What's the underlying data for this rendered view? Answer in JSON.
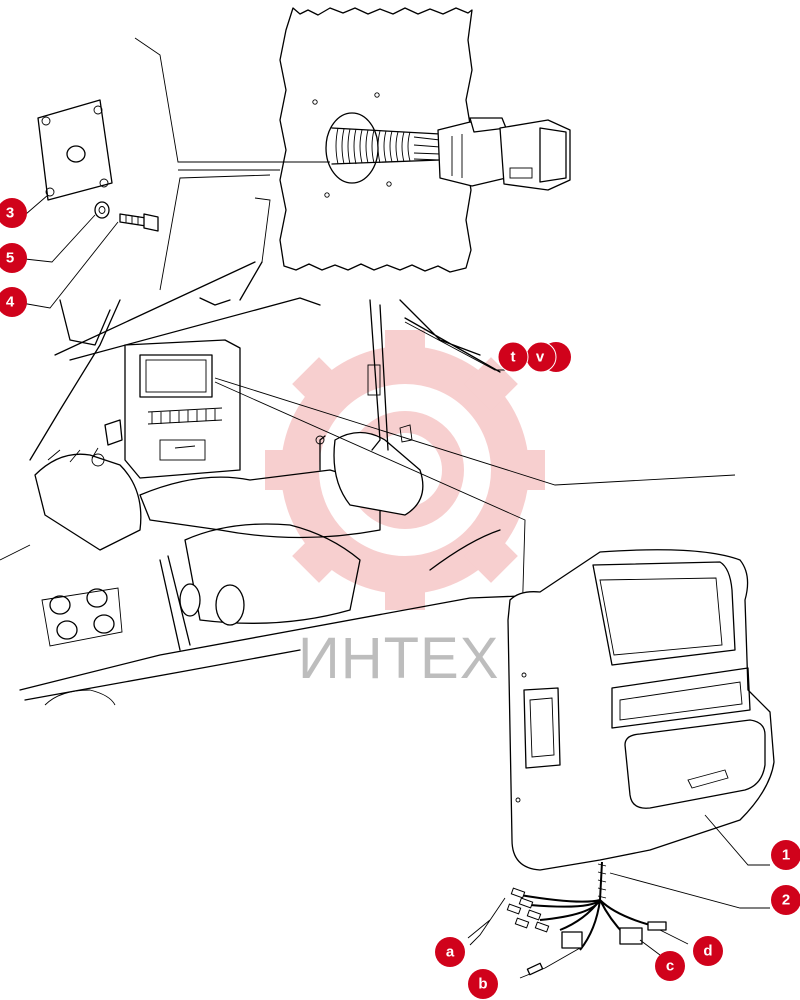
{
  "watermark": {
    "text": "ИНТЕХ",
    "color": "#d0021b"
  },
  "callouts": [
    {
      "id": "callout-3",
      "label": "3"
    },
    {
      "id": "callout-5",
      "label": "5"
    },
    {
      "id": "callout-4",
      "label": "4"
    },
    {
      "id": "callout-t",
      "label": "t"
    },
    {
      "id": "callout-v",
      "label": "v"
    },
    {
      "id": "callout-1",
      "label": "1"
    },
    {
      "id": "callout-2",
      "label": "2"
    },
    {
      "id": "callout-a",
      "label": "a"
    },
    {
      "id": "callout-b",
      "label": "b"
    },
    {
      "id": "callout-c",
      "label": "c"
    },
    {
      "id": "callout-d",
      "label": "d"
    }
  ],
  "colors": {
    "callout": "#d0021b",
    "line": "#000000",
    "watermark_gear": "#f4c6c6"
  }
}
